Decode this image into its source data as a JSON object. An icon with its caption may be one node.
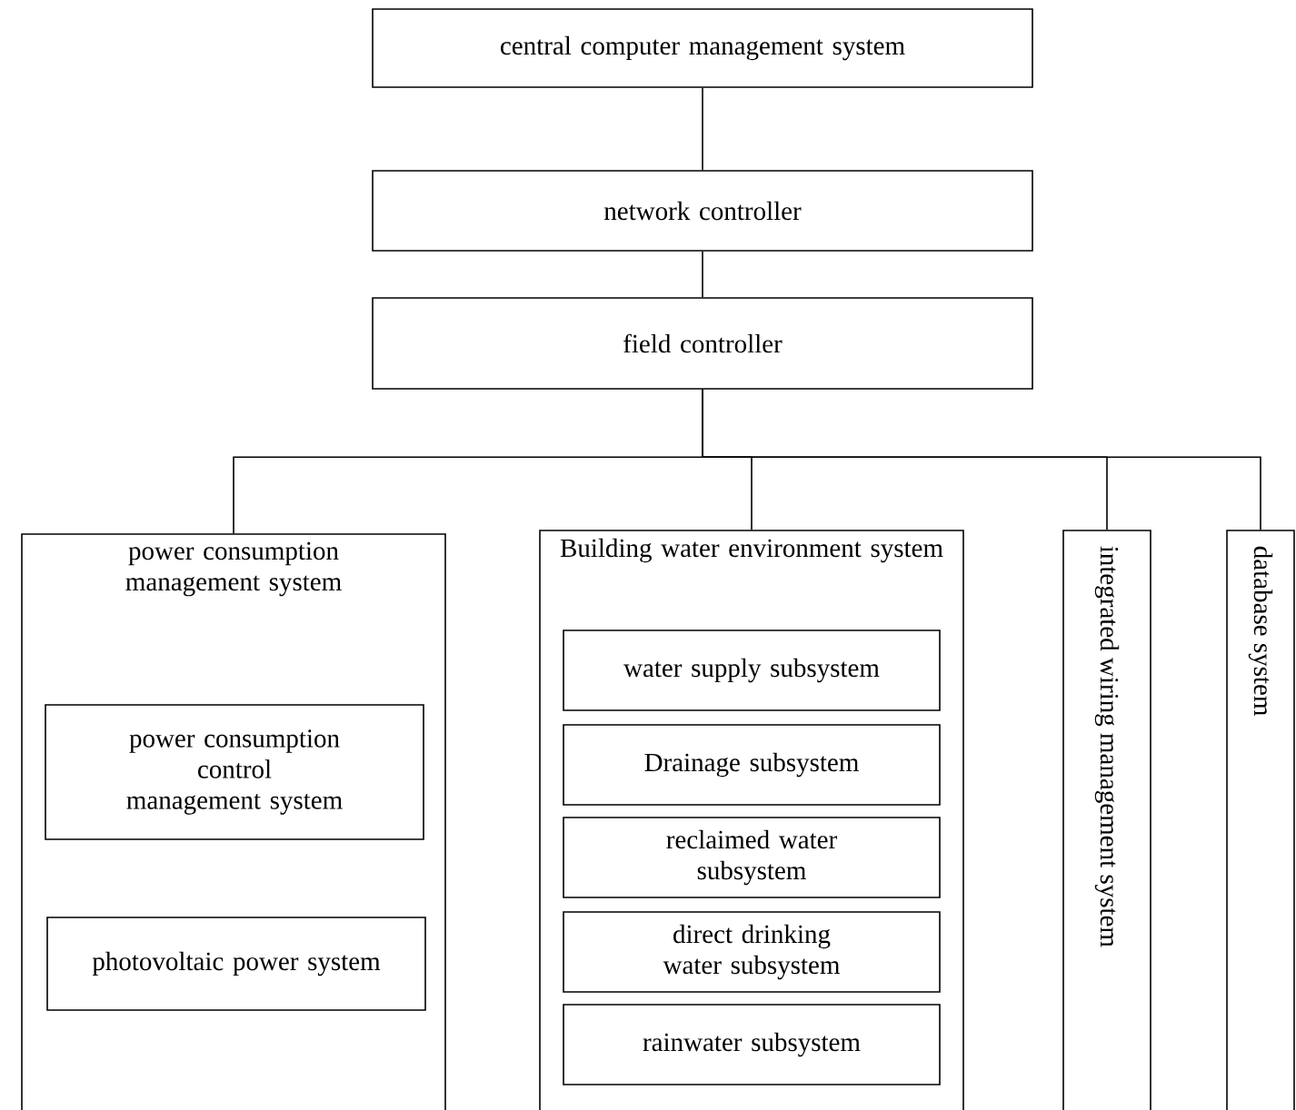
{
  "diagram": {
    "nodes": [
      {
        "text": [
          "central computer management system"
        ]
      },
      {
        "text": [
          "network controller"
        ]
      },
      {
        "text": [
          "field controller"
        ]
      },
      {
        "text": [
          "power consumption management system"
        ]
      },
      {
        "text": [
          "Building water environment system"
        ]
      },
      {
        "text": [
          "power consumption control management system"
        ],
        "in": 3
      },
      {
        "text": [
          "photovoltaic power system"
        ],
        "in": 3
      },
      {
        "text": [
          "water supply subsystem"
        ],
        "in": 4
      },
      {
        "text": [
          "Drainage subsystem"
        ],
        "in": 4
      },
      {
        "text": [
          "reclaimed water subsystem"
        ],
        "in": 4
      },
      {
        "text": [
          "direct drinking water subsystem"
        ],
        "in": 4
      },
      {
        "text": [
          "rainwater subsystem"
        ],
        "in": 4
      },
      {
        "text": [
          "integrated wiring management system"
        ]
      },
      {
        "text": [
          "database system"
        ]
      }
    ],
    "edges": [
      {
        "from": 0,
        "to": 1,
        "arrow": "none"
      },
      {
        "from": 1,
        "to": 2,
        "arrow": "none"
      },
      {
        "from": 2,
        "to": 3,
        "arrow": "none"
      },
      {
        "from": 2,
        "to": 4,
        "arrow": "none"
      },
      {
        "from": 2,
        "to": 12,
        "arrow": "none"
      },
      {
        "from": 2,
        "to": 13,
        "arrow": "none"
      }
    ]
  }
}
